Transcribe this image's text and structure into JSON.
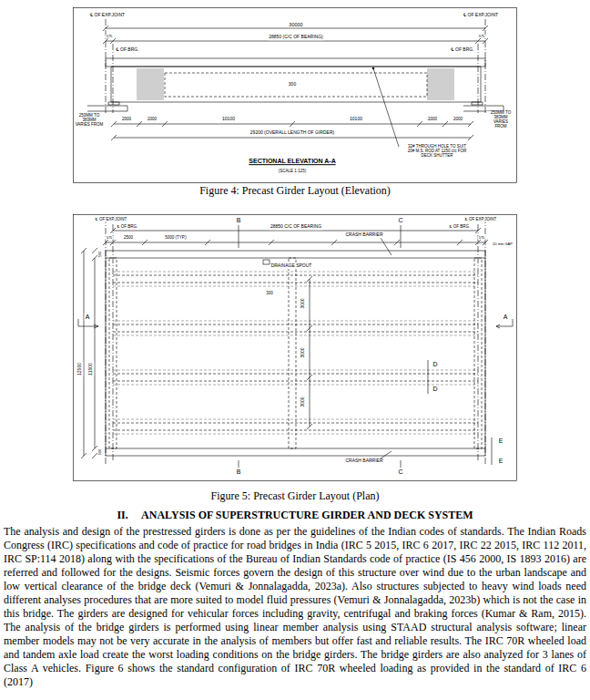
{
  "diagram": {
    "title": "II.     ANALYSIS OF SUPERSTRUCTURE GIRDER AND DECK SYSTEM",
    "labels": [
      "℄ OF EXP.JOINT",
      "℄ OF EXP.JOINT",
      "30000",
      "575",
      "28850 (C/C OF BEARING)",
      "575",
      "℄ OF BRG.",
      "℄ OF BRG.",
      "300",
      "250MM TO 383MM VARIES FROM",
      "250MM TO 383MM VARIES FROM",
      "2000",
      "2000",
      "10100",
      "10100",
      "2000",
      "2000",
      "29200 (OVERALL LENGTH OF GIRDER)",
      "32# THROUGH HOLE TO SUIT 20# M.S. ROD AT 1250 c/c FOR DECK SHUTTER",
      "SECTIONAL ELEVATION A-A",
      "(SCALE 1:125)",
      "Figure 4: Precast Girder Layout (Elevation)",
      "℄ OF EXP.JOINT",
      "℄ OF BRG.",
      "B",
      "28850 C/C OF BEARING",
      "CRASH BARRIER",
      "C",
      "℄ OF EXP.JOINT",
      "℄ OF BRG.",
      "575",
      "2500",
      "5000 (TYP.)",
      "575",
      "20 mm GAP",
      "DRAINAGE SPOUT",
      "300",
      "A",
      "A",
      "12500",
      "11500",
      "500",
      "500",
      "3000",
      "3000",
      "3000",
      "D",
      "D",
      "E",
      "E",
      "CRASH BARRIER",
      "B",
      "C",
      "Figure 5: Precast Girder Layout (Plan)",
      "The analysis and design of the prestressed girders is done as per the guidelines of the Indian codes of standards. The Indian Roads Congress (IRC) specifications and code of practice for road bridges in India (IRC 5 2015, IRC 6 2017, IRC 22 2015, IRC 112 2011, IRC SP:114 2018) along with the specifications of the Bureau of Indian Standards code of practice (IS 456 2000, IS 1893 2016) are referred and followed for the designs. Seismic forces govern the design of this structure over wind due to the urban landscape and low vertical clearance of the bridge deck (Vemuri & Jonnalagadda, 2023a). Also structures subjected to heavy wind loads need different analyses procedures that are more suited to model fluid pressures (Vemuri & Jonnalagadda, 2023b) which is not the case in this bridge. The girders are designed for vehicular forces including gravity, centrifugal and braking forces (Kumar & Ram, 2015). The analysis of the bridge girders is performed using linear member analysis using STAAD structural analysis software; linear member models may not be very accurate in the analysis of members but offer fast and reliable results. The IRC 70R wheeled load and tandem axle load create the worst loading conditions on the bridge girders. The bridge girders are also analyzed for 3 lanes of Class A vehicles. Figure 6 shows the standard configuration of IRC 70R wheeled loading as provided in the standard of IRC 6 (2017)"
    ]
  }
}
